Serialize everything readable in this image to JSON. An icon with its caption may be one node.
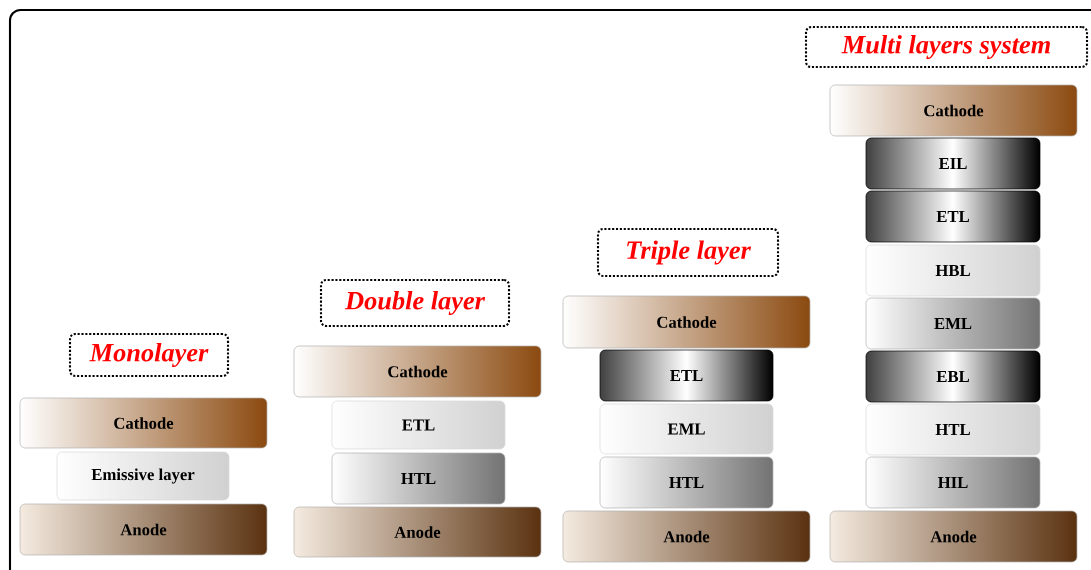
{
  "diagram": {
    "nodes": [
      {
        "text": [
          "Monolayer"
        ]
      },
      {
        "text": [
          "Cathode"
        ]
      },
      {
        "text": [
          "Emissive layer"
        ]
      },
      {
        "text": [
          "Anode"
        ]
      },
      {
        "text": [
          "Double layer"
        ]
      },
      {
        "text": [
          "Cathode"
        ]
      },
      {
        "text": [
          "ETL"
        ]
      },
      {
        "text": [
          "HTL"
        ]
      },
      {
        "text": [
          "Anode"
        ]
      },
      {
        "text": [
          "Triple layer"
        ]
      },
      {
        "text": [
          "Cathode"
        ]
      },
      {
        "text": [
          "ETL"
        ]
      },
      {
        "text": [
          "EML"
        ]
      },
      {
        "text": [
          "HTL"
        ]
      },
      {
        "text": [
          "Anode"
        ]
      },
      {
        "text": [
          "Multi layers system"
        ]
      },
      {
        "text": [
          "Cathode"
        ]
      },
      {
        "text": [
          "EIL"
        ]
      },
      {
        "text": [
          "ETL"
        ]
      },
      {
        "text": [
          "HBL"
        ]
      },
      {
        "text": [
          "EML"
        ]
      },
      {
        "text": [
          "EBL"
        ]
      },
      {
        "text": [
          "HTL"
        ]
      },
      {
        "text": [
          "HIL"
        ]
      },
      {
        "text": [
          "Anode"
        ]
      }
    ]
  }
}
